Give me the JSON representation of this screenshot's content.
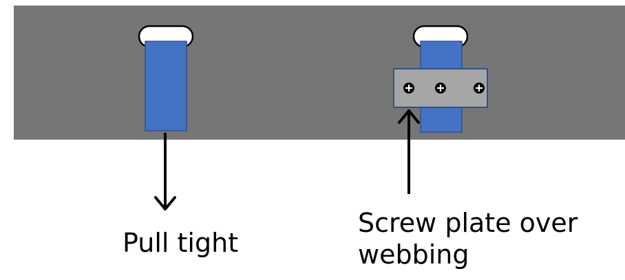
{
  "labels": {
    "pull_tight": "Pull tight",
    "screw_plate_line1": "Screw plate over",
    "screw_plate_line2": "webbing"
  },
  "colors": {
    "panel": "#767676",
    "webbing": "#4472C4",
    "webbing_border": "#2F528F",
    "loop": "#ffffff",
    "plate": "#A6A6A6",
    "plate_border": "#2F528F",
    "arrow": "#000000",
    "screw_head": "#000000",
    "screw_slot": "#ffffff"
  },
  "icons": {
    "screw": "plus-head-screw",
    "arrow": "arrow"
  }
}
